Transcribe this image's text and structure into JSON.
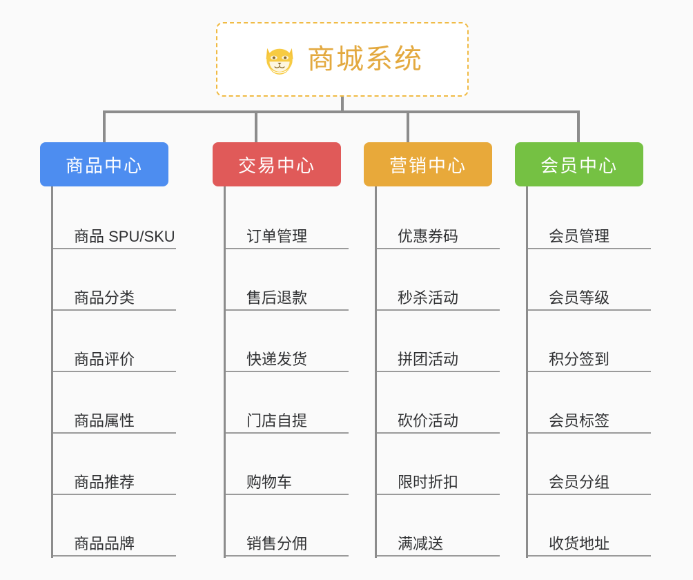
{
  "background_color": "#fafafa",
  "root": {
    "title": "商城系统",
    "icon": "shiba-dog-face-icon",
    "text_color": "#e3a93f",
    "border_color": "#f0bb45",
    "background_color": "#ffffff"
  },
  "connector_color": "#8c8c8c",
  "columns": [
    {
      "id": "product-center",
      "header": "商品中心",
      "color": "#4d8df0",
      "items": [
        "商品 SPU/SKU",
        "商品分类",
        "商品评价",
        "商品属性",
        "商品推荐",
        "商品品牌"
      ]
    },
    {
      "id": "trade-center",
      "header": "交易中心",
      "color": "#e05a59",
      "items": [
        "订单管理",
        "售后退款",
        "快递发货",
        "门店自提",
        "购物车",
        "销售分佣"
      ]
    },
    {
      "id": "marketing-center",
      "header": "营销中心",
      "color": "#e8a93a",
      "items": [
        "优惠券码",
        "秒杀活动",
        "拼团活动",
        "砍价活动",
        "限时折扣",
        "满减送"
      ]
    },
    {
      "id": "member-center",
      "header": "会员中心",
      "color": "#75c143",
      "items": [
        "会员管理",
        "会员等级",
        "积分签到",
        "会员标签",
        "会员分组",
        "收货地址"
      ]
    }
  ]
}
